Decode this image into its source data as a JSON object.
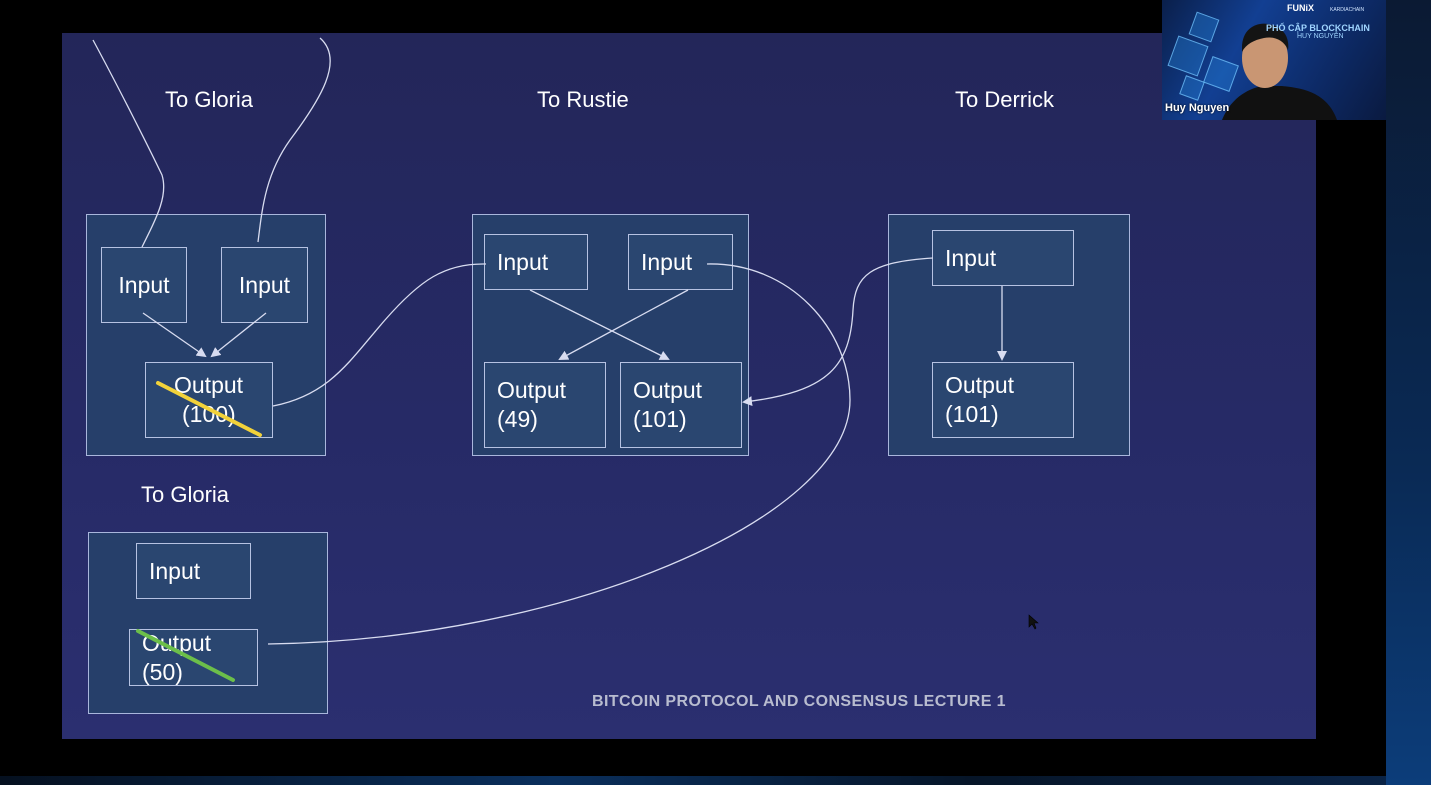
{
  "slide": {
    "labels": {
      "gloria_top": "To Gloria",
      "rustie": "To Rustie",
      "derrick": "To Derrick",
      "gloria_bottom": "To Gloria"
    },
    "tx_gloria_top": {
      "input_1": "Input",
      "input_2": "Input",
      "output_line1": "Output",
      "output_line2": "(100)",
      "strike_color": "#f2d23a"
    },
    "tx_rustie": {
      "input_1": "Input",
      "input_2": "Input",
      "output_1_line1": "Output",
      "output_1_line2": "(49)",
      "output_2_line1": "Output",
      "output_2_line2": "(101)"
    },
    "tx_derrick": {
      "input": "Input",
      "output_line1": "Output",
      "output_line2": "(101)"
    },
    "tx_gloria_bottom": {
      "input": "Input",
      "output_line1": "Output",
      "output_line2": "(50)",
      "strike_color": "#6cbf4a"
    },
    "footer": "BITCOIN PROTOCOL AND CONSENSUS LECTURE 1"
  },
  "webcam": {
    "brand": "FUNiX",
    "brand_2": "KARDIACHAIN",
    "title": "PHỔ CẬP BLOCKCHAIN",
    "subtitle": "HUY NGUYỄN",
    "name": "Huy Nguyen"
  },
  "colors": {
    "slide_bg": "#262a66",
    "box_fill": "#2a4670",
    "wire": "#d8dcf0"
  }
}
